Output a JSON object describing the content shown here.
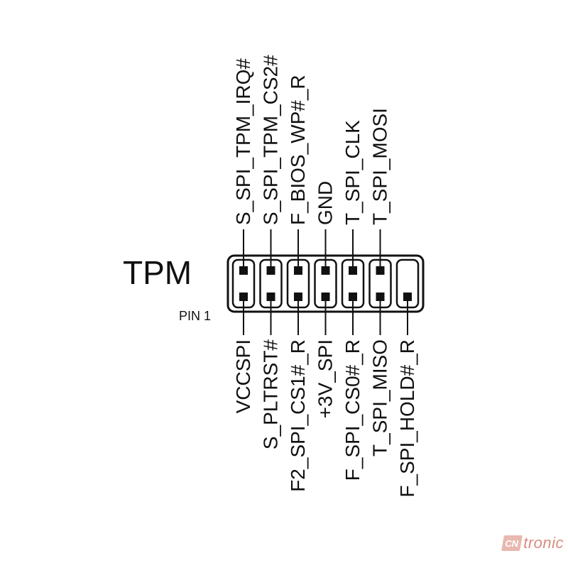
{
  "diagram": {
    "title": "TPM",
    "pin1_label": "PIN 1",
    "top_labels": [
      "S_SPI_TPM_IRQ#",
      "S_SPI_TPM_CS2#",
      "F_BIOS_WP#_R",
      "GND",
      "T_SPI_CLK",
      "T_SPI_MOSI"
    ],
    "bottom_labels": [
      "VCCSPI",
      "S_PLTRST#",
      "F2_SPI_CS1#_R",
      "+3V_SPI",
      "F_SPI_CS0#_R",
      "T_SPI_MISO",
      "F_SPI_HOLD#_R"
    ],
    "columns": 7,
    "top_row_pins_present": [
      true,
      true,
      true,
      true,
      true,
      true,
      false
    ],
    "bottom_row_pins_present": [
      true,
      true,
      true,
      true,
      true,
      true,
      true
    ]
  },
  "watermark": {
    "logo": "CN",
    "text": "tronic"
  },
  "colors": {
    "ink": "#111111",
    "background": "#ffffff",
    "watermark": "#d98c80"
  }
}
